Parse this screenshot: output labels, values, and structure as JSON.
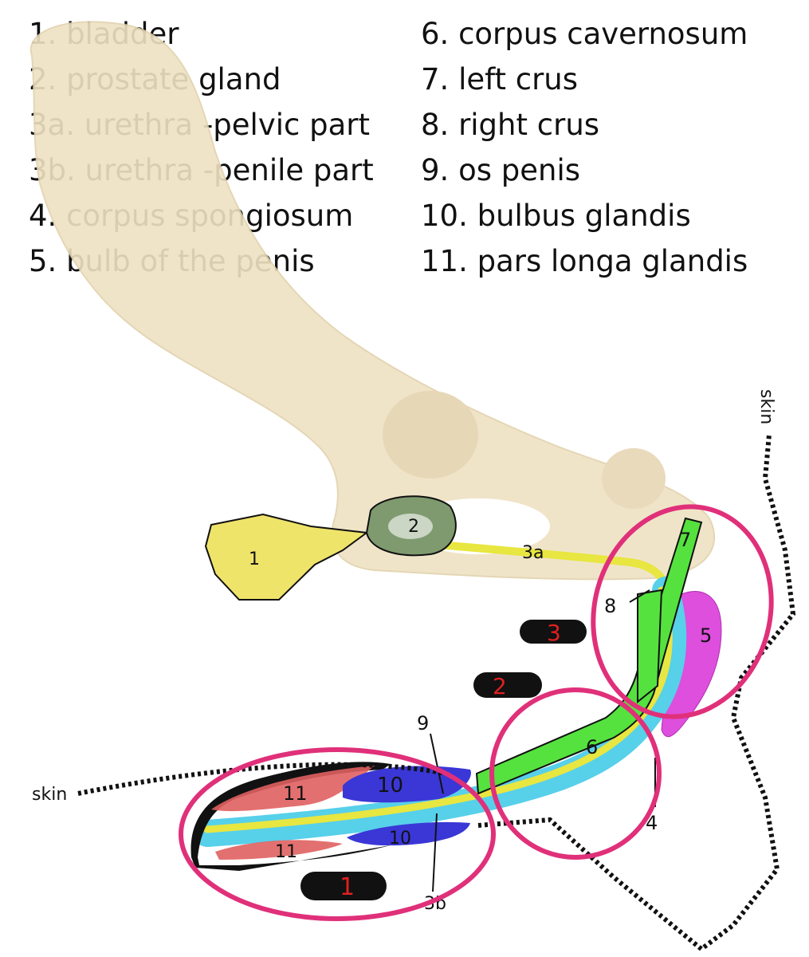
{
  "legend": {
    "left": [
      "1. bladder",
      "2. prostate gland",
      "3a. urethra -pelvic part",
      "3b. urethra -penile part",
      "4. corpus spongiosum",
      "5. bulb of the penis"
    ],
    "right": [
      "6. corpus cavernosum",
      "7. left crus",
      "8. right crus",
      "9. os penis",
      "10. bulbus glandis",
      "11. pars longa glandis"
    ]
  },
  "labels": {
    "n1": "1",
    "n2": "2",
    "n3a": "3a",
    "n3b": "3b",
    "n4": "4",
    "n5": "5",
    "n6": "6",
    "n7": "7",
    "n8": "8",
    "n9": "9",
    "n10a": "10",
    "n10b": "10",
    "n11a": "11",
    "n11b": "11",
    "skin_left": "skin",
    "skin_right": "skin"
  },
  "markers": {
    "m1": "1",
    "m2": "2",
    "m3": "3"
  },
  "colors": {
    "bone": "#efe2c3",
    "bladder": "#efe46a",
    "prostate": "#7e9a6e",
    "urethra": "#e8e640",
    "spongiosum": "#57d0ea",
    "cavernosum": "#55e23e",
    "bulb": "#dd4fdc",
    "bulbus_glandis": "#3a37d6",
    "pars_longa": "#e06060",
    "highlight_circle": "#e0307a",
    "marker_fill": "#111111",
    "marker_text": "#e02020"
  }
}
